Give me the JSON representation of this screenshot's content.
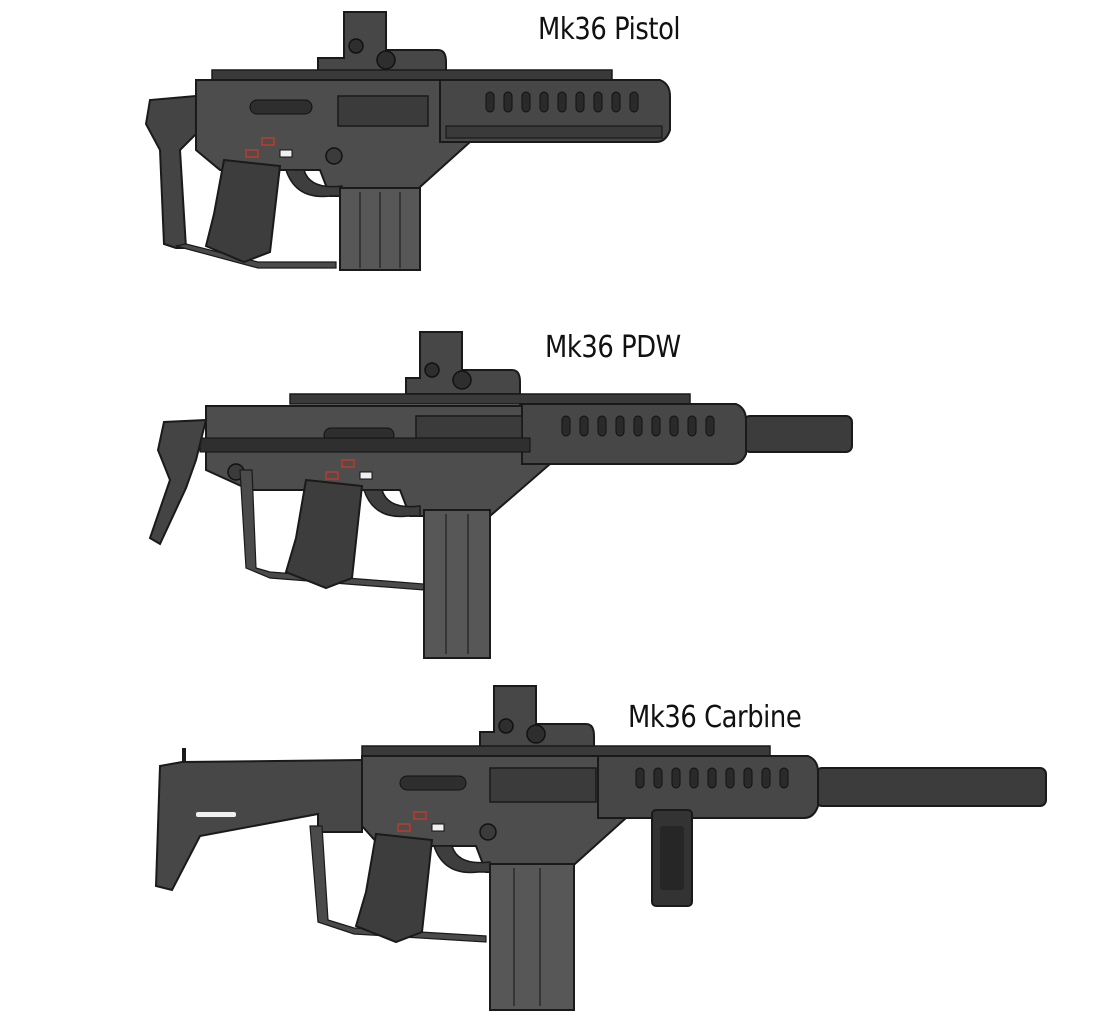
{
  "variants": [
    {
      "id": "pistol",
      "label": "Mk36 Pistol",
      "stock": "folding-brace",
      "suppressor": false,
      "foregrip": false
    },
    {
      "id": "pdw",
      "label": "Mk36 PDW",
      "stock": "collapsible",
      "suppressor": true,
      "foregrip": false
    },
    {
      "id": "carbine",
      "label": "Mk36 Carbine",
      "stock": "fixed",
      "suppressor": true,
      "foregrip": true
    }
  ],
  "colors": {
    "body": "#4a4a4a",
    "body_light": "#5a5a5a",
    "body_dark": "#2e2e2e",
    "outline": "#1a1a1a",
    "magazine": "#575757",
    "accent_red": "#c0392b",
    "accent_white": "#f0f0f0"
  }
}
